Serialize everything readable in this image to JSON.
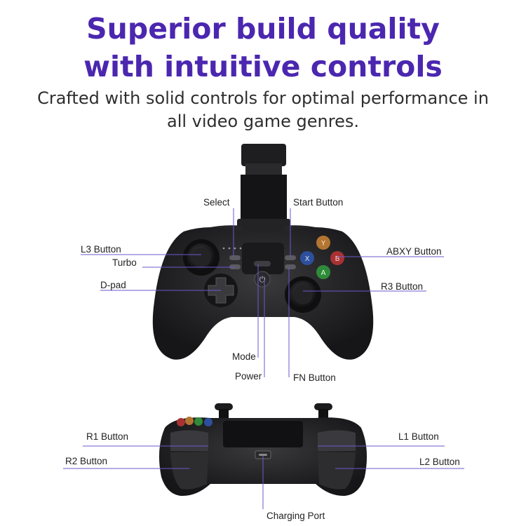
{
  "heading": {
    "line1": "Superior build quality",
    "line2": "with intuitive controls"
  },
  "subheading": {
    "line1": "Crafted with solid controls for optimal performance in",
    "line2": "all video game genres."
  },
  "front_labels": {
    "select": "Select",
    "start": "Start Button",
    "l3": "L3 Button",
    "abxy": "ABXY Button",
    "turbo": "Turbo",
    "dpad": "D-pad",
    "r3": "R3 Button",
    "mode": "Mode",
    "power": "Power",
    "fn": "FN Button"
  },
  "top_labels": {
    "r1": "R1 Button",
    "l1": "L1 Button",
    "r2": "R2 Button",
    "l2": "L2 Button",
    "charging": "Charging Port"
  },
  "colors": {
    "accent": "#4b27b0",
    "leader_line": "#6a5acd",
    "controller": "#202022"
  },
  "face_buttons": [
    "X",
    "Y",
    "A",
    "B"
  ]
}
